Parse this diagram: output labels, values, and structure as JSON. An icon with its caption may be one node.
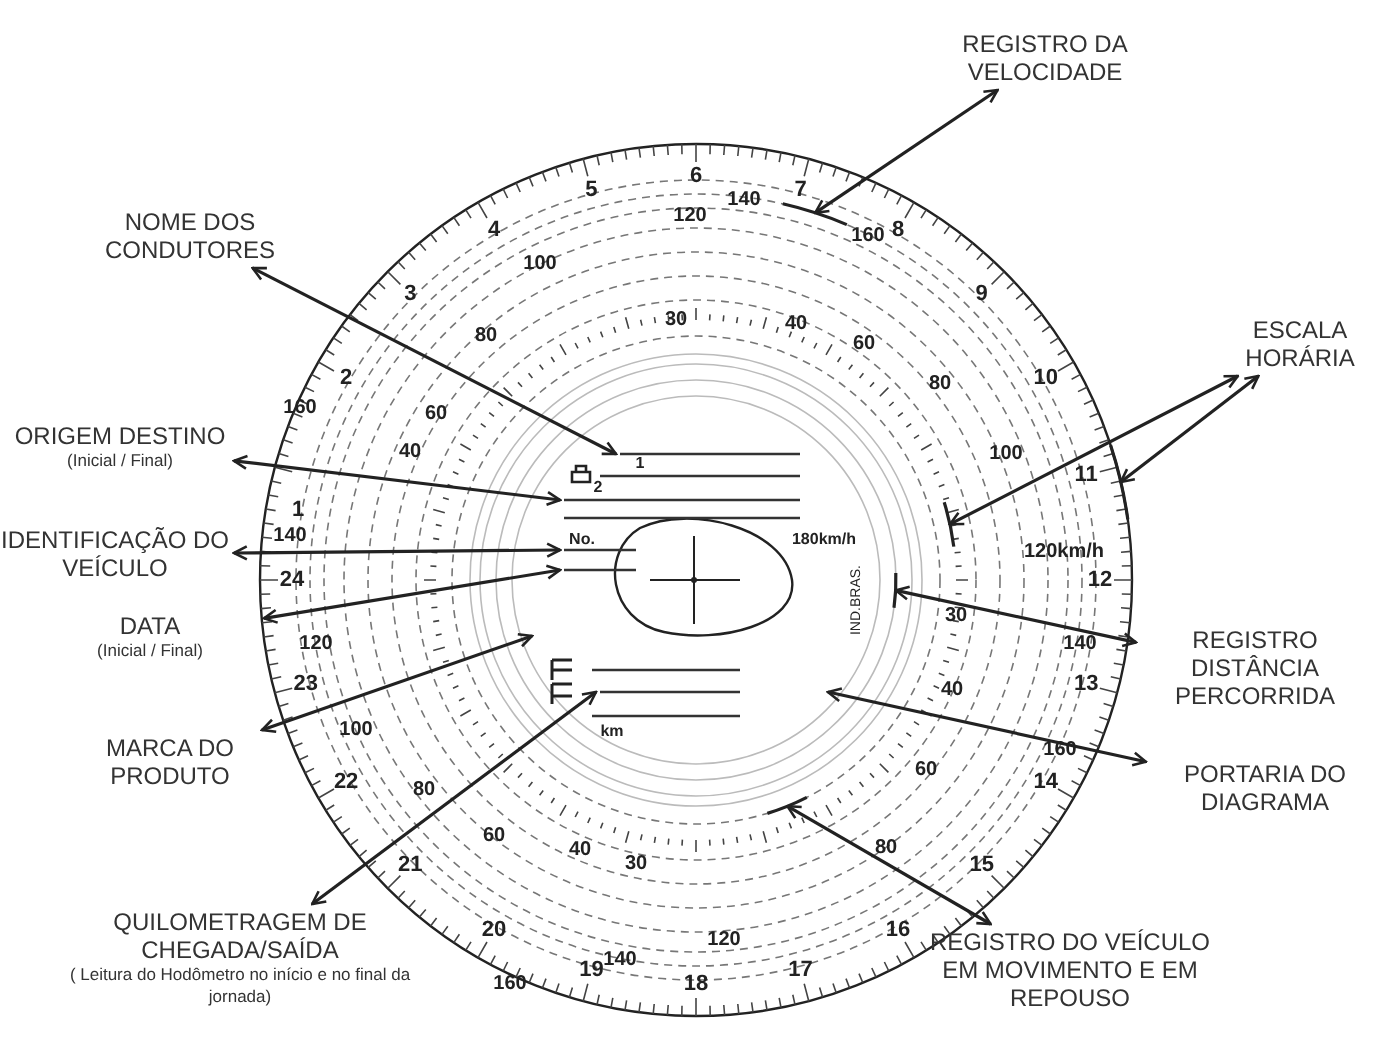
{
  "diagram": {
    "nodes": [
      {
        "text": [
          "REGISTRO DA VELOCIDADE"
        ]
      },
      {
        "text": [],
        "shape": "arc"
      },
      {
        "text": [
          "NOME DOS CONDUTORES"
        ]
      },
      {
        "text": [],
        "shape": "line"
      },
      {
        "text": [
          "ESCALA HORÁRIA"
        ]
      },
      {
        "text": [],
        "shape": "arc"
      },
      {
        "text": [],
        "shape": "arc"
      },
      {
        "text": [
          "ORIGEM DESTINO",
          "(Inicial / Final)"
        ]
      },
      {
        "text": [],
        "shape": "line"
      },
      {
        "text": [
          "IDENTIFICAÇÃO DO VEÍCULO"
        ]
      },
      {
        "text": [],
        "shape": "line"
      },
      {
        "text": [
          "DATA",
          "(Inicial / Final)"
        ]
      },
      {
        "text": [],
        "shape": "line"
      },
      {
        "text": [
          "REGISTRO DISTÂNCIA PERCORRIDA"
        ]
      },
      {
        "text": [],
        "shape": "arc"
      },
      {
        "text": [
          "MARCA DO PRODUTO"
        ]
      },
      {
        "text": [
          "PORTARIA DO DIAGRAMA"
        ]
      },
      {
        "text": [
          "QUILOMETRAGEM DE CHEGADA/SAÍDA",
          "( Leitura do Hodômetro no início e no final da jornada)"
        ]
      },
      {
        "text": [],
        "shape": "line"
      },
      {
        "text": [
          "REGISTRO DO VEÍCULO EM MOVIMENTO E EM REPOUSO"
        ]
      },
      {
        "text": [],
        "shape": "arc"
      }
    ],
    "edges": [
      {
        "from": 0,
        "to": 1,
        "arrow": "both"
      },
      {
        "from": 2,
        "to": 3,
        "arrow": "both"
      },
      {
        "from": 4,
        "to": 5,
        "arrow": "both"
      },
      {
        "from": 4,
        "to": 6,
        "arrow": "both"
      },
      {
        "from": 7,
        "to": 8,
        "arrow": "both"
      },
      {
        "from": 9,
        "to": 10,
        "arrow": "both"
      },
      {
        "from": 11,
        "to": 12,
        "arrow": "both"
      },
      {
        "from": 13,
        "to": 14,
        "arrow": "both"
      },
      {
        "from": 15,
        "to": null,
        "arrow": "both"
      },
      {
        "from": 16,
        "to": null,
        "arrow": "both"
      },
      {
        "from": 17,
        "to": 18,
        "arrow": "both"
      },
      {
        "from": 19,
        "to": 20,
        "arrow": "both"
      }
    ],
    "labels": [
      "1",
      "2",
      "3",
      "4",
      "5",
      "6",
      "7",
      "8",
      "9",
      "10",
      "11",
      "12",
      "13",
      "14",
      "15",
      "16",
      "17",
      "18",
      "19",
      "20",
      "21",
      "22",
      "23",
      "24",
      "120",
      "140",
      "160",
      "100",
      "80",
      "60",
      "40",
      "160",
      "140",
      "120",
      "100",
      "80",
      "60",
      "40",
      "30",
      "30",
      "40",
      "60",
      "80",
      "100",
      "120km/h",
      "30",
      "40",
      "60",
      "80",
      "140",
      "160",
      "160",
      "140",
      "120",
      "1",
      "2",
      "No.",
      "180km/h",
      "IND.BRAS.",
      "km"
    ]
  }
}
